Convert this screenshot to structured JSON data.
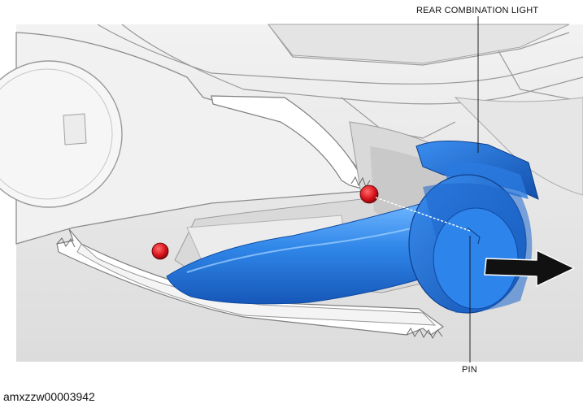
{
  "labels": {
    "rear_combination_light": "REAR COMBINATION LIGHT",
    "pin": "PIN"
  },
  "figure_id": "amxzzw00003942",
  "colors": {
    "part_blue": "#2f86e8",
    "part_blue_dark": "#1a5fc0",
    "pin_red": "#d8141c",
    "body_gray": "#e9e9e9",
    "arrow": "#111111"
  }
}
